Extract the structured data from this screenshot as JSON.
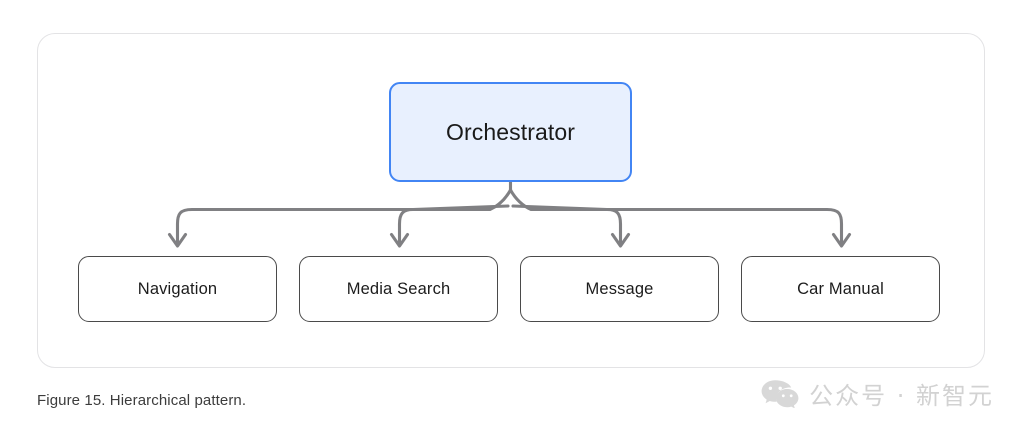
{
  "figure": {
    "caption": "Figure 15. Hierarchical pattern.",
    "root_node": {
      "label": "Orchestrator",
      "fill_color": "#e8f0fe",
      "border_color": "#4285f4"
    },
    "leaf_nodes": [
      {
        "label": "Navigation"
      },
      {
        "label": "Media Search"
      },
      {
        "label": "Message"
      },
      {
        "label": "Car Manual"
      }
    ],
    "connector_color": "#808083",
    "frame_border_color": "#e3e3e5"
  },
  "watermark": {
    "logo_name": "wechat-logo-icon",
    "text": "公众号 · 新智元",
    "color": "#d2d2d2"
  }
}
